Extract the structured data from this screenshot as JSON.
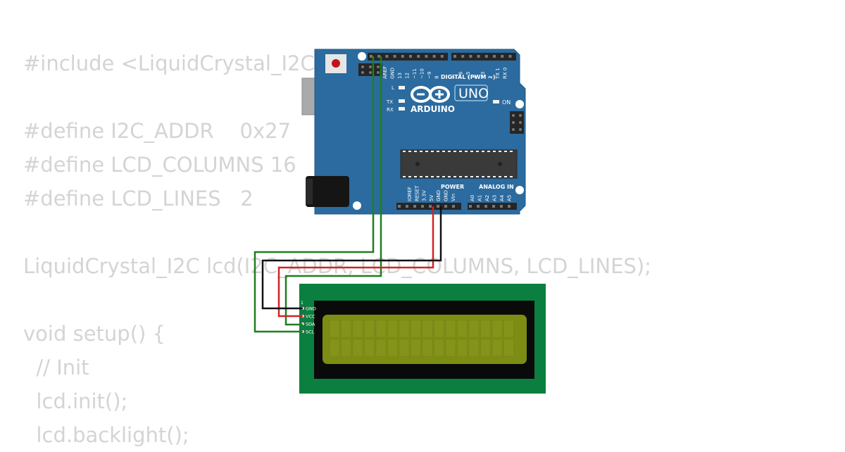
{
  "code": {
    "lines": [
      "#include <LiquidCrystal_I2C.h>",
      "",
      "#define I2C_ADDR    0x27",
      "#define LCD_COLUMNS 16",
      "#define LCD_LINES   2",
      "",
      "LiquidCrystal_I2C lcd(I2C_ADDR, LCD_COLUMNS, LCD_LINES);",
      "",
      "void setup() {",
      "  // Init",
      "  lcd.init();",
      "  lcd.backlight();"
    ]
  },
  "board": {
    "brand": "ARDUINO",
    "model": "UNO",
    "digital_header_label": "DIGITAL (PWM ~)",
    "power_label": "POWER",
    "analog_label": "ANALOG IN",
    "on_label": "ON",
    "led_labels": [
      "L",
      "TX",
      "RX"
    ],
    "digital_pins": [
      "AREF",
      "GND",
      "13",
      "12",
      "~11",
      "~10",
      "~9",
      "8",
      "7",
      "~6",
      "~5",
      "4",
      "~3",
      "2",
      "TX 1",
      "RX 0"
    ],
    "power_pins": [
      "IOREF",
      "RESET",
      "3.3V",
      "5V",
      "GND",
      "GND",
      "Vin"
    ],
    "analog_pins": [
      "A0",
      "A1",
      "A2",
      "A3",
      "A4",
      "A5"
    ]
  },
  "lcd": {
    "pin_one": "1",
    "pins": [
      "GND",
      "VCC",
      "SDA",
      "SCL"
    ]
  },
  "colors": {
    "board": "#2b6b9f",
    "pcb_green": "#0b7f3f",
    "lcd_screen": "#7d8c13",
    "wire_green": "#1f7f1f",
    "wire_red": "#d42222",
    "wire_black": "#111111",
    "code_text": "#d4d4d4"
  }
}
